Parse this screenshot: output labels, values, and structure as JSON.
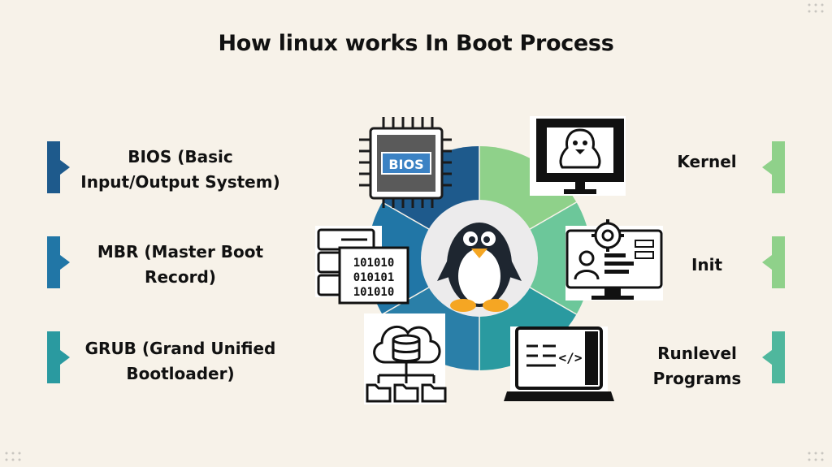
{
  "title": "How linux works In Boot Process",
  "colors": {
    "background": "#f7f2e9",
    "blue_dark": "#1e5a8c",
    "blue_mid": "#2176a6",
    "teal": "#2a9aa0",
    "teal_light": "#4fb79d",
    "green": "#8fd18a",
    "green_light": "#a6dc98"
  },
  "left_steps": [
    {
      "line1": "BIOS (Basic",
      "line2": "Input/Output System)",
      "color": "#1e5a8c"
    },
    {
      "line1": "MBR (Master Boot",
      "line2": "Record)",
      "color": "#2176a6"
    },
    {
      "line1": "GRUB (Grand Unified",
      "line2": "Bootloader)",
      "color": "#2a9aa0"
    }
  ],
  "right_steps": [
    {
      "line1": "Kernel",
      "color": "#8fd18a"
    },
    {
      "line1": "Init",
      "color": "#8fd18a"
    },
    {
      "line1": "Runlevel",
      "line2": "Programs",
      "color": "#4fb79d"
    }
  ],
  "icons": {
    "bios_chip_text": "BIOS",
    "binary_line1": "101010",
    "binary_line2": "010101",
    "binary_line3": "101010",
    "code_tag": "</>"
  }
}
